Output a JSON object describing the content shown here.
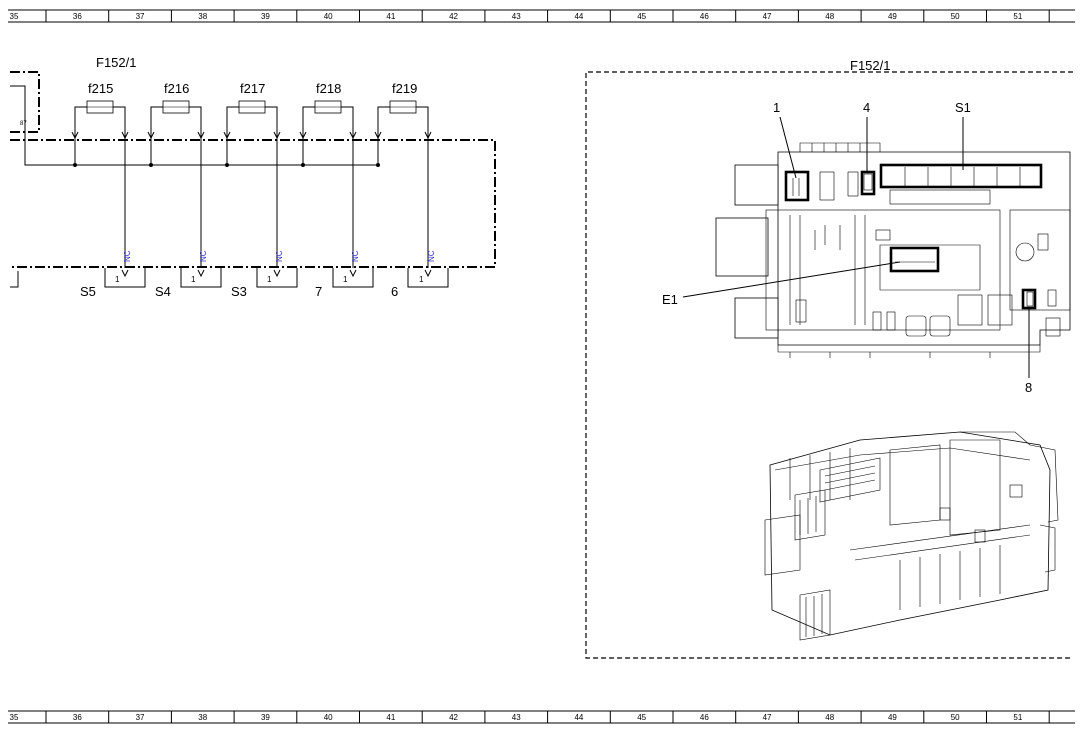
{
  "ruler": {
    "columns": [
      "35",
      "36",
      "37",
      "38",
      "39",
      "40",
      "41",
      "42",
      "43",
      "44",
      "45",
      "46",
      "47",
      "48",
      "49",
      "50",
      "51"
    ]
  },
  "schematic": {
    "title": "F152/1",
    "fuses": [
      {
        "name": "f215",
        "connector": "S5"
      },
      {
        "name": "f216",
        "connector": "S4"
      },
      {
        "name": "f217",
        "connector": "S3"
      },
      {
        "name": "f218",
        "connector": "7"
      },
      {
        "name": "f219",
        "connector": "6"
      }
    ],
    "pin_label": "1",
    "nc_label": "NC",
    "terminal_87": "87"
  },
  "component_view": {
    "title": "F152/1",
    "callouts": {
      "c1": "1",
      "c4": "4",
      "s1": "S1",
      "e1": "E1",
      "c8": "8"
    }
  }
}
